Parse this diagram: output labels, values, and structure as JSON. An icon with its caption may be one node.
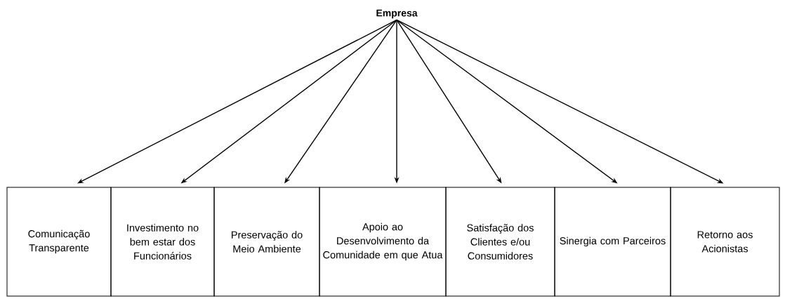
{
  "diagram": {
    "nodes": [
      {
        "text": [
          "Empresa"
        ]
      },
      {
        "text": [
          "Comunicação Transparente"
        ]
      },
      {
        "text": [
          "Investimento no bem estar dos Funcionários"
        ]
      },
      {
        "text": [
          "Preservação do Meio Ambiente"
        ]
      },
      {
        "text": [
          "Apoio ao Desenvolvimento da Comunidade em que Atua"
        ]
      },
      {
        "text": [
          "Satisfação dos Clientes e/ou Consumidores"
        ]
      },
      {
        "text": [
          "Sinergia com Parceiros"
        ]
      },
      {
        "text": [
          "Retorno aos Acionistas"
        ]
      }
    ],
    "edges": [
      {
        "from": 0,
        "to": 1,
        "arrow": "to"
      },
      {
        "from": 0,
        "to": 2,
        "arrow": "to"
      },
      {
        "from": 0,
        "to": 3,
        "arrow": "to"
      },
      {
        "from": 0,
        "to": 4,
        "arrow": "to"
      },
      {
        "from": 0,
        "to": 5,
        "arrow": "to"
      },
      {
        "from": 0,
        "to": 6,
        "arrow": "to"
      },
      {
        "from": 0,
        "to": 7,
        "arrow": "to"
      }
    ]
  }
}
